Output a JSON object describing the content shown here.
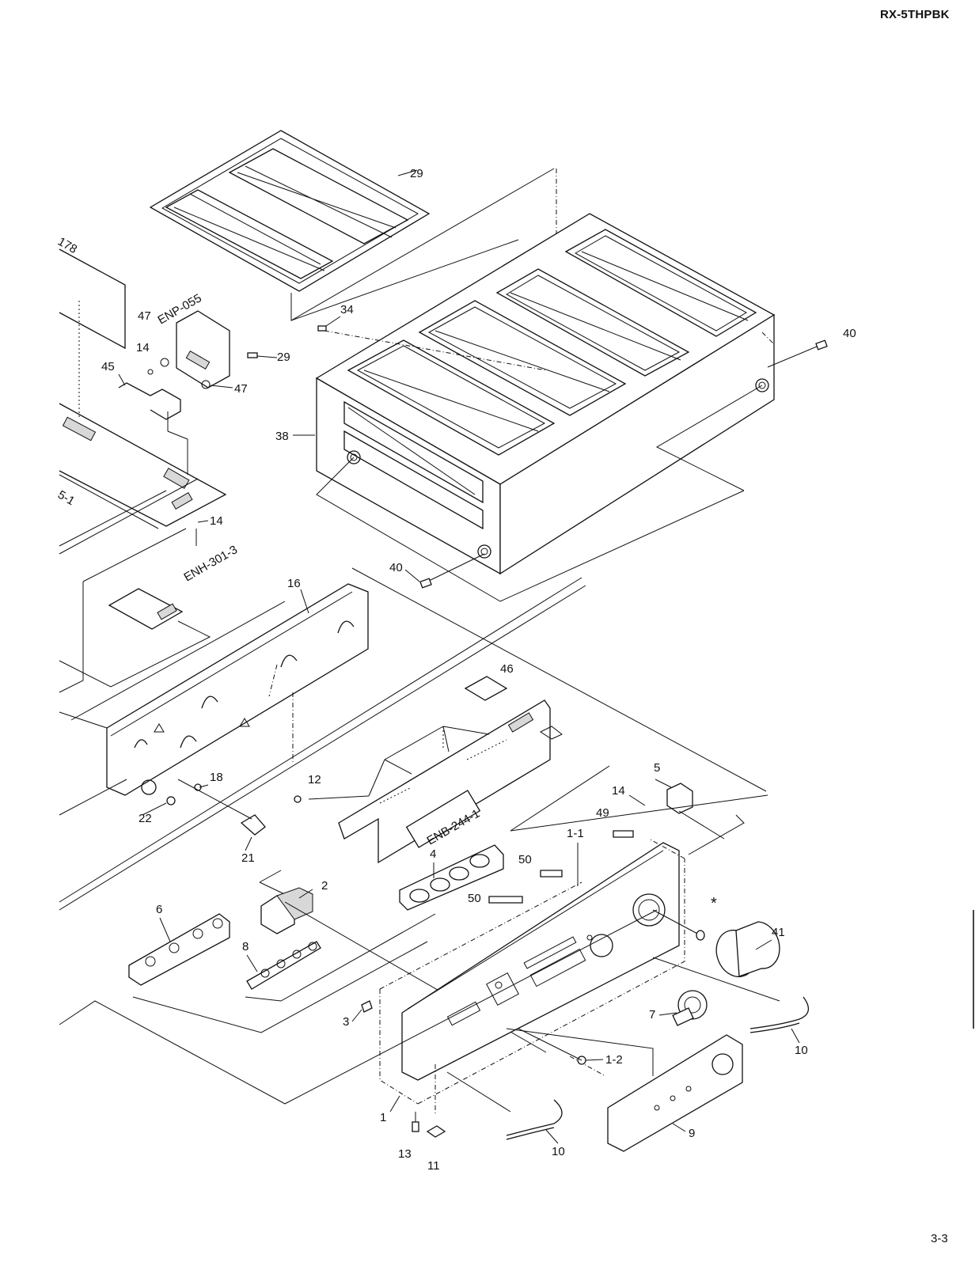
{
  "header": {
    "model": "RX-5THPBK"
  },
  "footer": {
    "page_number": "3-3"
  },
  "diagram": {
    "labels": {
      "l29a": "29",
      "l178": "178",
      "l34": "34",
      "l40a": "40",
      "l47a": "47",
      "lENP": "ENP-055",
      "l14a": "14",
      "l29b": "29",
      "l45": "45",
      "l47b": "47",
      "l38": "38",
      "l5_1": "5-1",
      "l14b": "14",
      "lENH": "ENH-301-3",
      "l40b": "40",
      "l16": "16",
      "l46": "46",
      "l12": "12",
      "l18": "18",
      "l22": "22",
      "l21": "21",
      "lENB": "ENB-244-1",
      "l5": "5",
      "l14c": "14",
      "l49": "49",
      "l1_1": "1-1",
      "l4": "4",
      "l50a": "50",
      "l50b": "50",
      "l2": "2",
      "lstar": "*",
      "l41": "41",
      "l6": "6",
      "l8": "8",
      "l7": "7",
      "l3": "3",
      "l10a": "10",
      "l1_2": "1-2",
      "l1": "1",
      "l9": "9",
      "l13": "13",
      "l11": "11",
      "l10b": "10"
    }
  }
}
